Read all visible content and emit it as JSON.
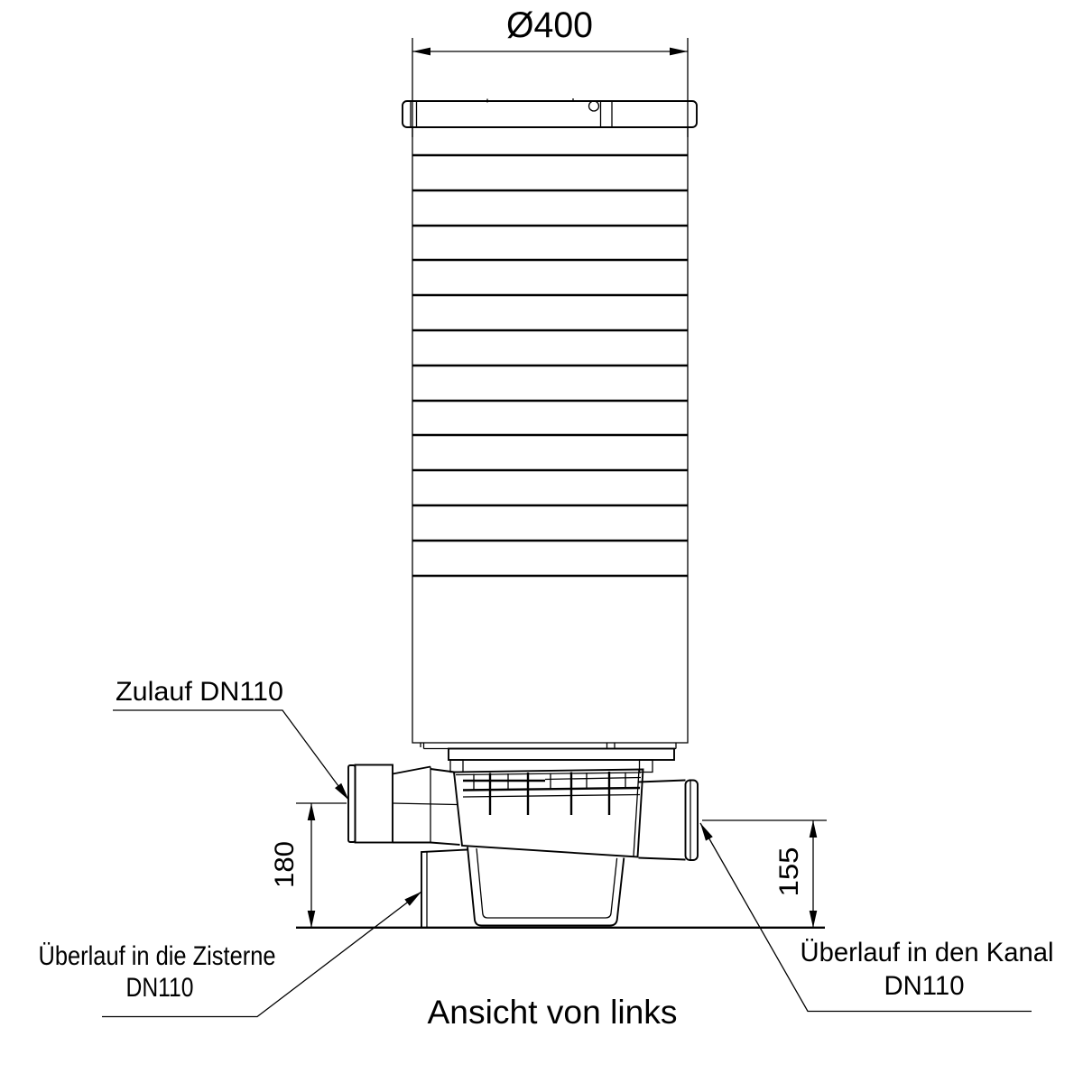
{
  "colors": {
    "ink": "#000000",
    "paper": "#ffffff"
  },
  "caption": "Ansicht von links",
  "dimensions": {
    "diameter": "Ø400",
    "inlet_height": "180",
    "channel_outlet_height": "155"
  },
  "labels": {
    "inlet": "Zulauf DN110",
    "cistern_overflow": {
      "line1": "Überlauf in die Zisterne",
      "line2": "DN110"
    },
    "channel_overflow": {
      "line1": "Überlauf in den Kanal",
      "line2": "DN110"
    }
  }
}
